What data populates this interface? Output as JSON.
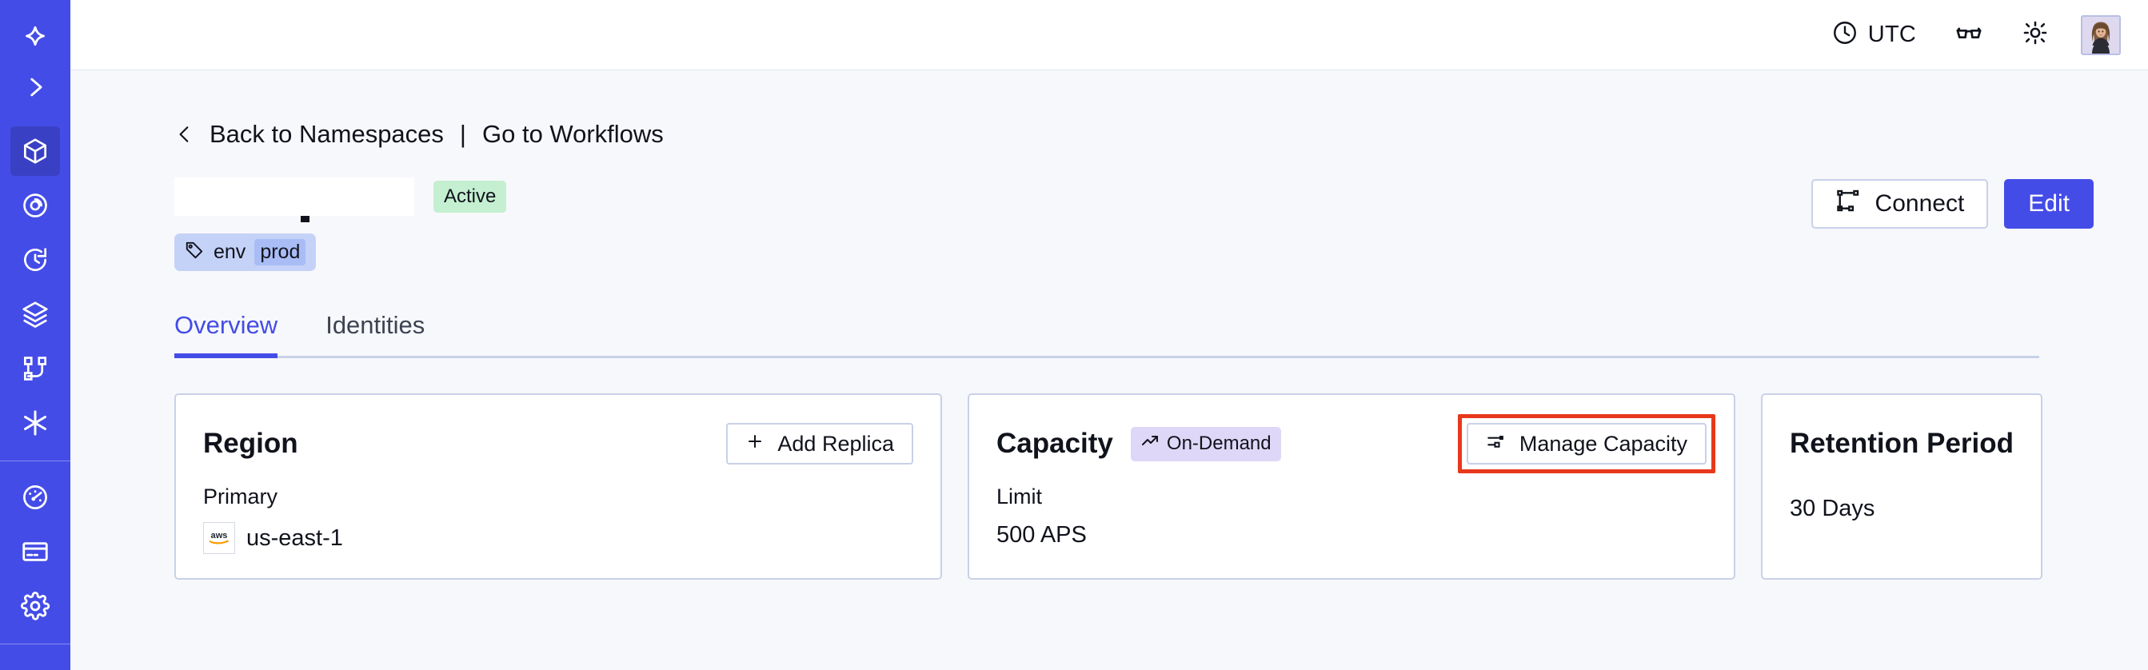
{
  "sidebar": {
    "logo_icon": "temporal-logo-icon",
    "items": [
      {
        "name": "expand-sidebar",
        "icon": "chevron-right-icon",
        "active": false
      },
      {
        "name": "namespaces",
        "icon": "cube-icon",
        "active": true
      },
      {
        "name": "observability",
        "icon": "eye-spiral-icon",
        "active": false
      },
      {
        "name": "history",
        "icon": "clock-rotate-icon",
        "active": false
      },
      {
        "name": "layers",
        "icon": "layers-icon",
        "active": false
      },
      {
        "name": "workflows",
        "icon": "node-graph-icon",
        "active": false
      },
      {
        "name": "integrations",
        "icon": "asterisk-icon",
        "active": false
      },
      {
        "name": "usage",
        "icon": "gauge-icon",
        "active": false
      },
      {
        "name": "billing",
        "icon": "credit-card-icon",
        "active": false
      },
      {
        "name": "settings",
        "icon": "gear-icon",
        "active": false
      }
    ]
  },
  "topbar": {
    "timezone_label": "UTC",
    "clock_icon": "clock-icon",
    "glasses_icon": "glasses-icon",
    "theme_icon": "sun-icon",
    "avatar_icon": "user-avatar"
  },
  "breadcrumb": {
    "back_icon": "chevron-left-icon",
    "back_label": "Back to Namespaces",
    "divider": "|",
    "workflows_label": "Go to Workflows"
  },
  "header": {
    "namespace_title": "",
    "status_badge": "Active",
    "tag": {
      "icon": "tag-icon",
      "key": "env",
      "value": "prod"
    },
    "connect_button": "Connect",
    "connect_icon": "connect-flow-icon",
    "edit_button": "Edit"
  },
  "tabs": [
    {
      "label": "Overview",
      "active": true
    },
    {
      "label": "Identities",
      "active": false
    }
  ],
  "cards": {
    "region": {
      "title": "Region",
      "action_label": "Add Replica",
      "action_icon": "plus-icon",
      "sub_label": "Primary",
      "provider_icon": "aws-logo",
      "value": "us-east-1"
    },
    "capacity": {
      "title": "Capacity",
      "badge_label": "On-Demand",
      "badge_icon": "trending-up-icon",
      "action_label": "Manage Capacity",
      "action_icon": "sliders-icon",
      "highlighted": true,
      "sub_label": "Limit",
      "value": "500 APS"
    },
    "retention": {
      "title": "Retention Period",
      "value": "30 Days"
    }
  },
  "colors": {
    "sidebar_bg": "#444ce7",
    "sidebar_active": "#3a40c4",
    "accent": "#444ce7",
    "page_bg": "#f7f8fb",
    "card_border": "#c8d1e8",
    "status_active_bg": "#c4efd0",
    "badge_ondemand_bg": "#ded7f8",
    "tag_bg": "#c5d2f8",
    "tag_value_bg": "#a9bcf5",
    "highlight_red": "#e8381c"
  }
}
